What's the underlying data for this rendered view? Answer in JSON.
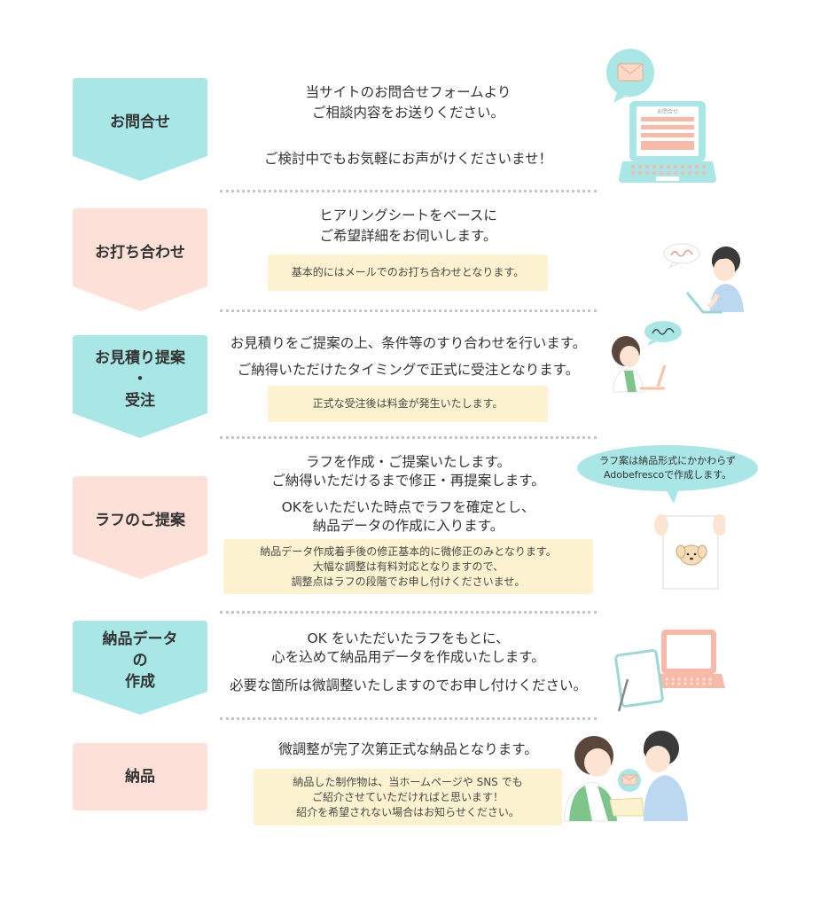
{
  "colors": {
    "teal": "#a9e6e6",
    "peach": "#fde1d8",
    "note": "#fdf2cf",
    "divider": "#c4c4c4"
  },
  "steps": [
    {
      "label_lines": [
        "お問合せ"
      ],
      "lines": [
        "当サイトのお問合せフォームより",
        "ご相談内容をお送りください。",
        "ご検討中でもお気軽にお声がけくださいませ！"
      ]
    },
    {
      "label_lines": [
        "お打ち合わせ"
      ],
      "lines": [
        "ヒアリングシートをベースに",
        "ご希望詳細をお伺いします。"
      ],
      "note_lines": [
        "基本的にはメールでのお打ち合わせとなります。"
      ]
    },
    {
      "label_lines": [
        "お見積り提案",
        "・",
        "受注"
      ],
      "lines": [
        "お見積りをご提案の上、条件等のすり合わせを行います。",
        "ご納得いただけたタイミングで正式に受注となります。"
      ],
      "note_lines": [
        "正式な受注後は料金が発生いたします。"
      ]
    },
    {
      "label_lines": [
        "ラフのご提案"
      ],
      "lines": [
        "ラフを作成・ご提案いたします。",
        "ご納得いただけるまで修正・再提案します。",
        "OKをいただいた時点でラフを確定とし、",
        "納品データの作成に入ります。"
      ],
      "note_lines": [
        "納品データ作成着手後の修正基本的に微修正のみとなります。",
        "大幅な調整は有料対応となりますので、",
        "調整点はラフの段階でお申し付けくださいませ。"
      ],
      "bubble_lines": [
        "ラフ案は納品形式にかかわらず",
        "Adobefrescoで作成します。"
      ]
    },
    {
      "label_lines": [
        "納品データ",
        "の",
        "作成"
      ],
      "lines": [
        "OK をいただいたラフをもとに、",
        "心を込めて納品用データを作成いたします。",
        "必要な箇所は微調整いたしますのでお申し付けください。"
      ]
    },
    {
      "label_lines": [
        "納品"
      ],
      "lines": [
        "微調整が完了次第正式な納品となります。"
      ],
      "note_lines": [
        "納品した制作物は、当ホームページや SNS でも",
        "ご紹介させていただければと思います！",
        "紹介を希望されない場合はお知らせください。"
      ]
    }
  ],
  "illustrations": [
    "laptop-form-icon",
    "person-email-icon",
    "person-laptop-icon",
    "drawing-paper-icon",
    "tablet-laptop-icon",
    "delivery-people-icon"
  ],
  "laptop_form_title": "お問合せ"
}
